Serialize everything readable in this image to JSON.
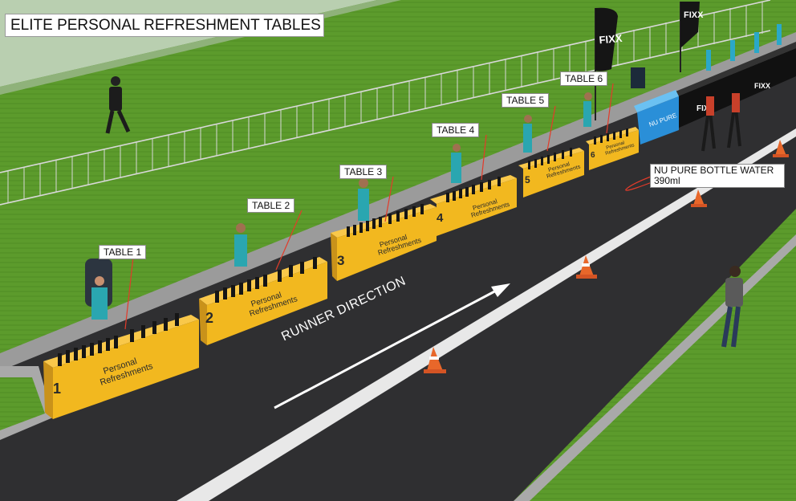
{
  "title": "ELITE PERSONAL REFRESHMENT TABLES",
  "direction_label": "RUNNER DIRECTION",
  "water_label": {
    "line1": "NU PURE BOTTLE WATER",
    "line2": "390ml"
  },
  "tables": [
    {
      "label": "TABLE 1",
      "number": "1",
      "text": [
        "Personal",
        "Refreshments"
      ]
    },
    {
      "label": "TABLE 2",
      "number": "2",
      "text": [
        "Personal",
        "Refreshments"
      ]
    },
    {
      "label": "TABLE 3",
      "number": "3",
      "text": [
        "Personal",
        "Refreshments"
      ]
    },
    {
      "label": "TABLE 4",
      "number": "4",
      "text": [
        "Personal",
        "Refreshments"
      ]
    },
    {
      "label": "TABLE 5",
      "number": "5",
      "text": [
        "Personal",
        "Refreshments"
      ]
    },
    {
      "label": "TABLE 6",
      "number": "6",
      "text": [
        "Personal",
        "Refreshments"
      ]
    }
  ],
  "flags": [
    "FIXX",
    "FIXX"
  ],
  "colors": {
    "grass": "#5a9a2a",
    "road": "#2e2e30",
    "kerb": "#a8a8a8",
    "table": "#f2b81f",
    "water_table": "#2a8fd8",
    "leader_line": "#e23b2a",
    "sky_grey": "#c8c8c8"
  }
}
